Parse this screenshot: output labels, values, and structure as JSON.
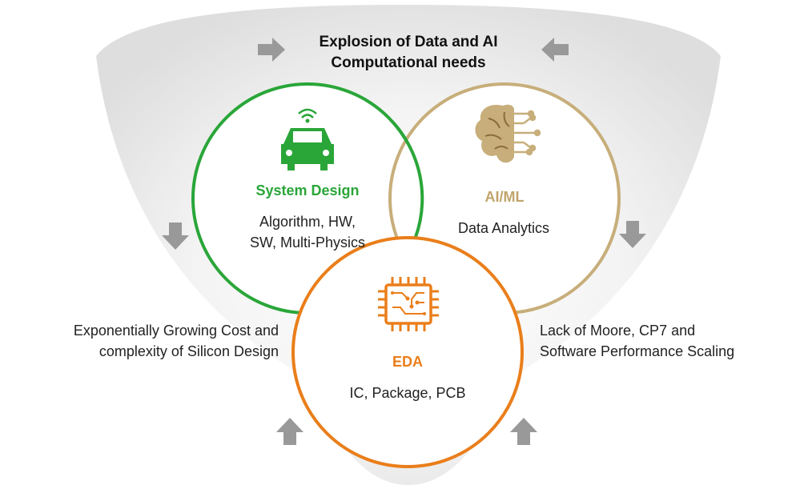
{
  "title": {
    "line1": "Explosion of Data and AI",
    "line2": "Computational needs"
  },
  "circles": {
    "system_design": {
      "heading": "System Design",
      "line1": "Algorithm, HW,",
      "line2": "SW, Multi-Physics",
      "color": "#2aa639",
      "icon": "connected-car-icon"
    },
    "ai_ml": {
      "heading": "AI/ML",
      "body": "Data Analytics",
      "color": "#c7ae7a",
      "icon": "brain-circuit-icon"
    },
    "eda": {
      "heading": "EDA",
      "body": "IC, Package, PCB",
      "color": "#ea7e1a",
      "icon": "chip-icon"
    }
  },
  "side_left": {
    "line1": "Exponentially Growing Cost and",
    "line2": "complexity of Silicon Design"
  },
  "side_right": {
    "line1": "Lack of Moore, CP7 and",
    "line2": "Software Performance Scaling"
  },
  "colors": {
    "arrow": "#999999",
    "background_shape": "#ededed"
  }
}
